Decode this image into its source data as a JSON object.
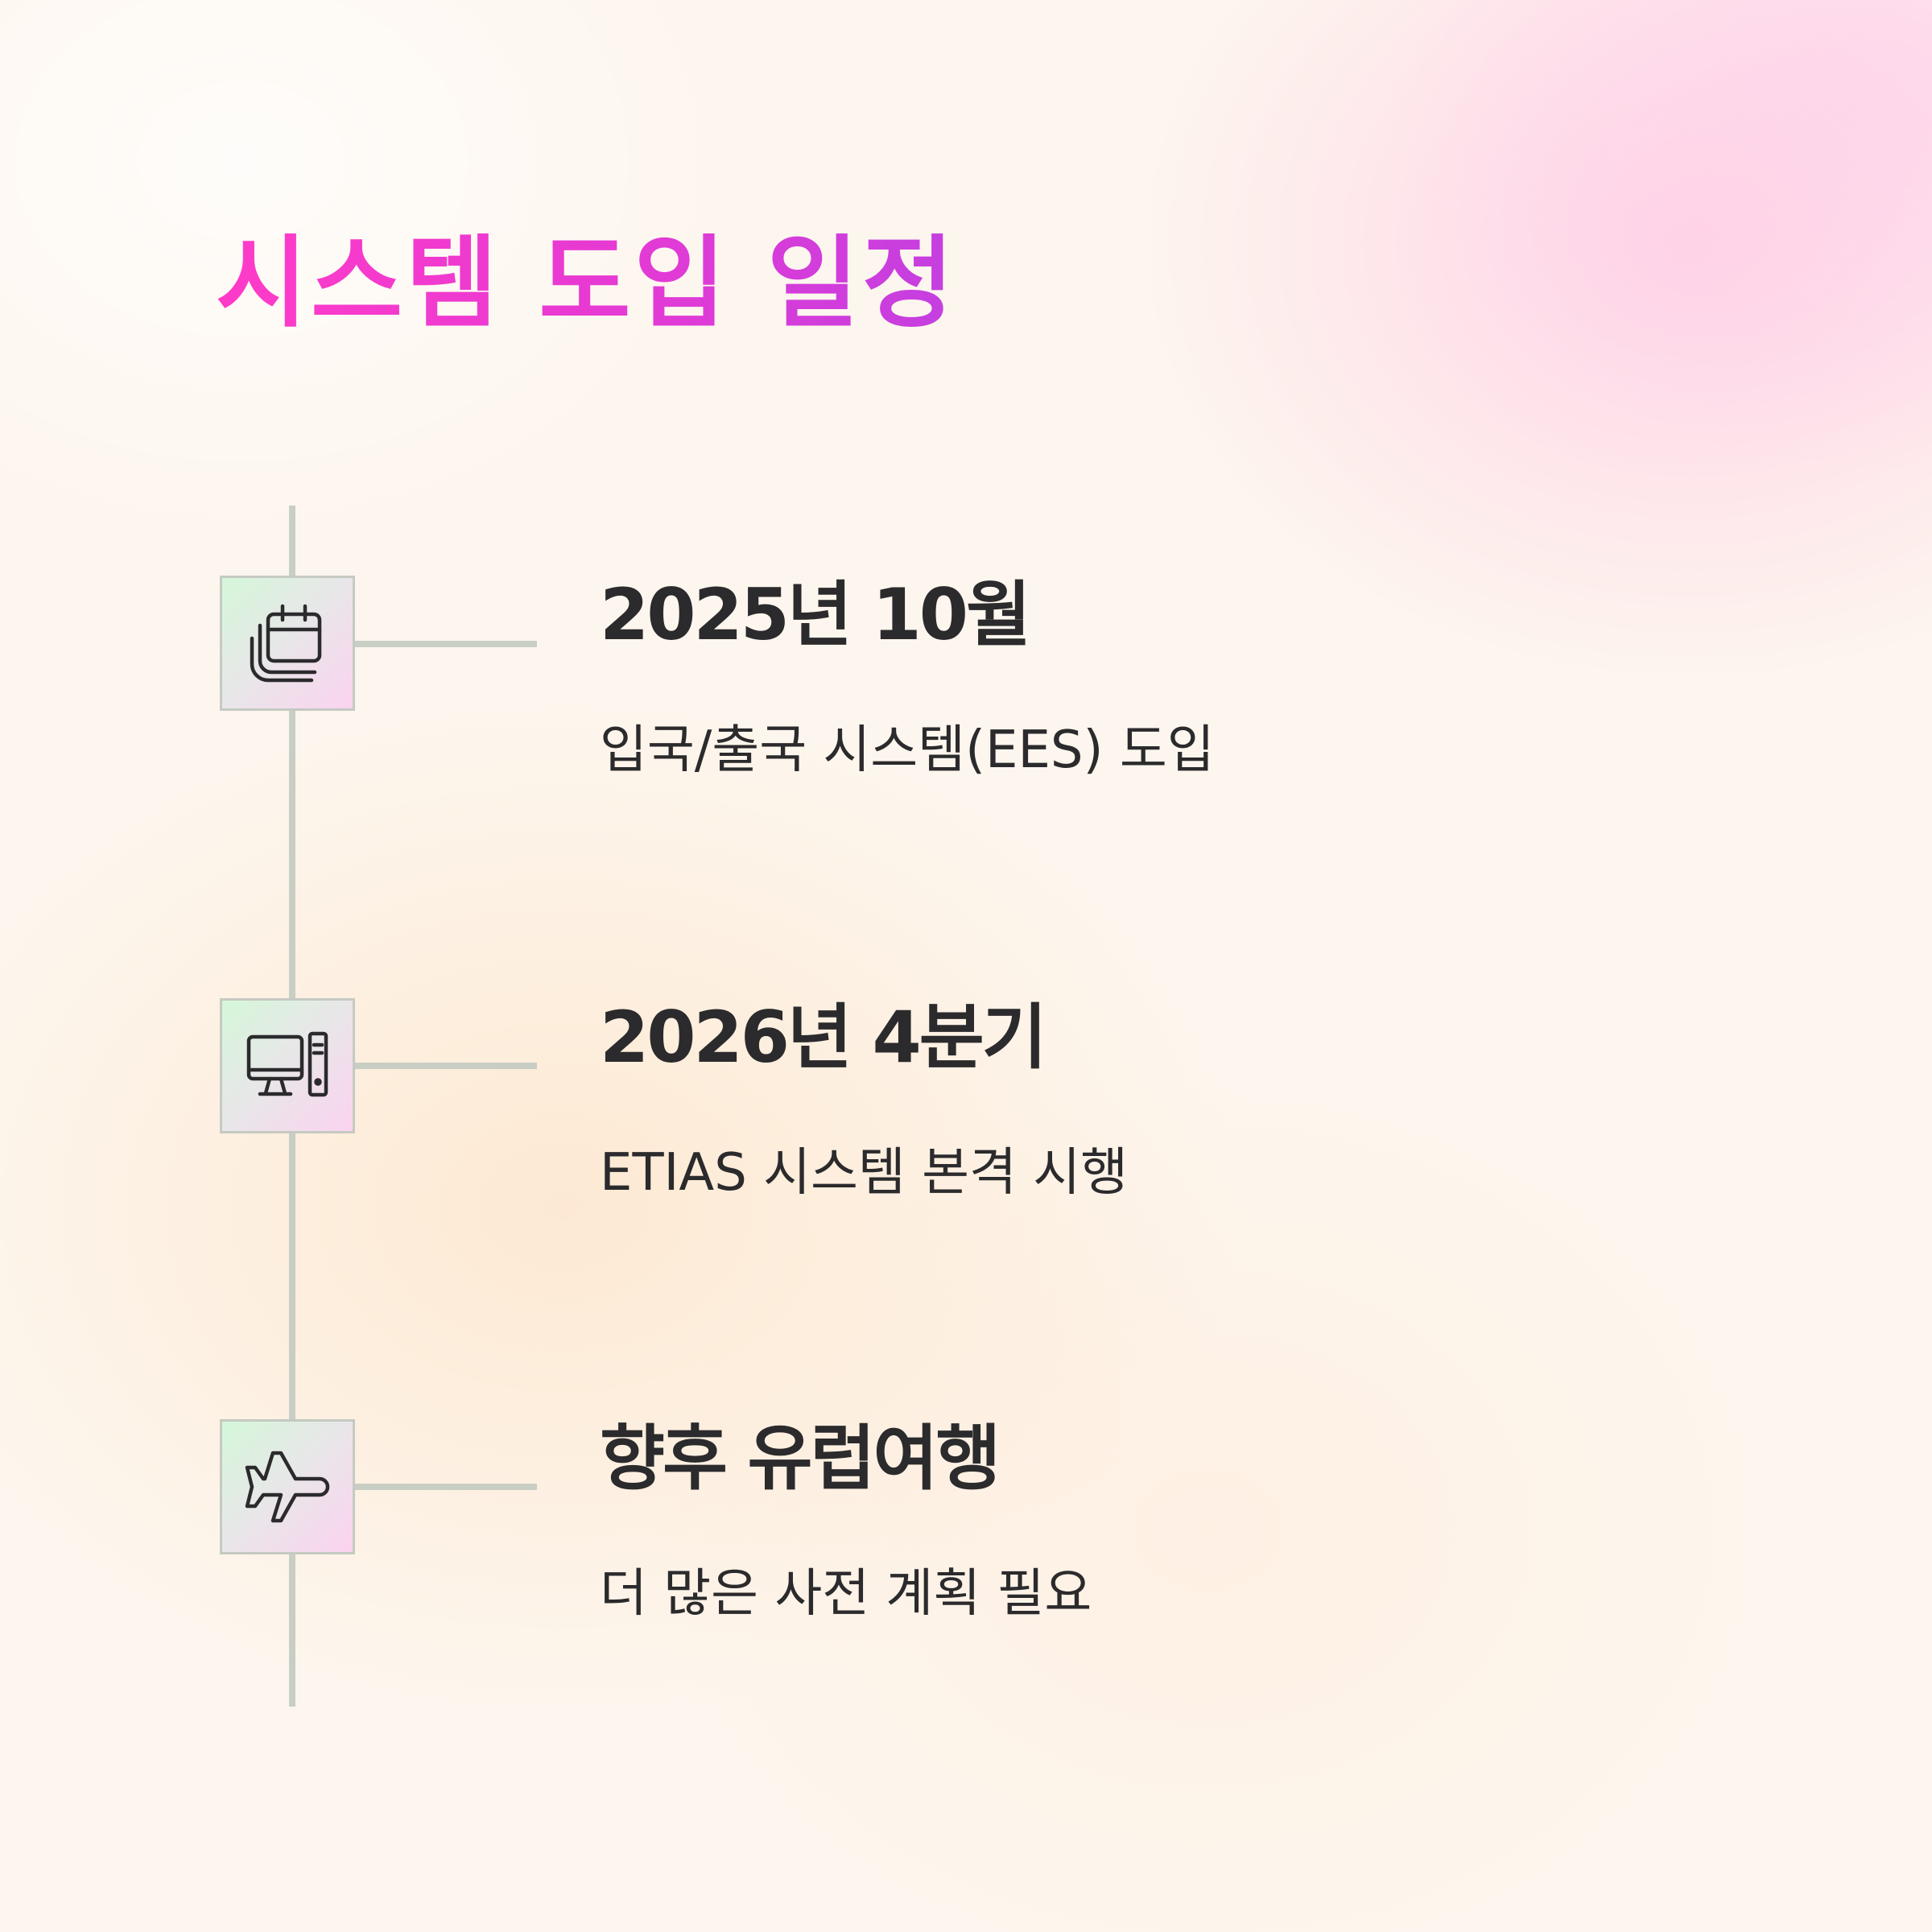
{
  "title": "시스템 도입 일정",
  "colors": {
    "title_gradient_start": "#ff3bc8",
    "title_gradient_end": "#c43fe0",
    "text": "#2b2a2c",
    "line": "#c9cec4"
  },
  "timeline": [
    {
      "icon": "calendar-icon",
      "heading": "2025년 10월",
      "description": "입국/출국 시스템(EES) 도입"
    },
    {
      "icon": "computer-icon",
      "heading": "2026년 4분기",
      "description": "ETIAS 시스템 본격 시행"
    },
    {
      "icon": "airplane-icon",
      "heading": "향후 유럽여행",
      "description": "더 많은 사전 계획 필요"
    }
  ]
}
